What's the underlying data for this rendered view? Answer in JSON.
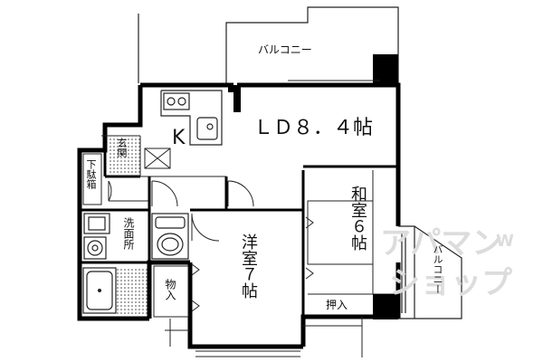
{
  "rooms": {
    "balcony_top": "バルコニー",
    "kitchen": "K",
    "ld": "ＬＤ８．４帖",
    "genkan": "玄関",
    "shoebox": "下駄箱",
    "washroom": "洗面所",
    "washitsu": "和室６帖",
    "youshitsu": "洋室７帖",
    "storage": "物入",
    "oshiire": "押入",
    "balcony_right": "バルコニー"
  },
  "watermark": {
    "line1": "アパマン",
    "line2": "ショップ",
    "mark": "W"
  },
  "colors": {
    "wall": "#000000",
    "line": "#222222",
    "dot": "#444444",
    "watermark": "#dcdcdc"
  }
}
